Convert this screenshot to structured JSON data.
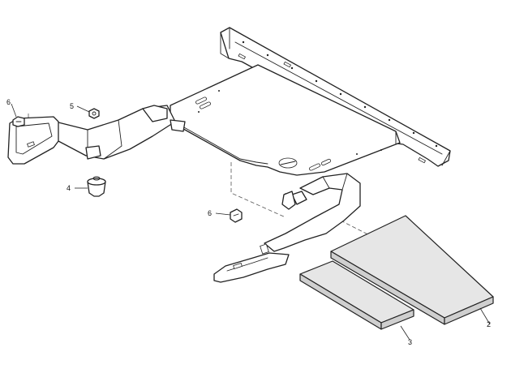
{
  "callouts": [
    {
      "id": "callout-2",
      "text": "2"
    },
    {
      "id": "callout-3",
      "text": "3"
    },
    {
      "id": "callout-4",
      "text": "4"
    },
    {
      "id": "callout-5",
      "text": "5"
    },
    {
      "id": "callout-6-upper-left",
      "text": "6"
    },
    {
      "id": "callout-6-center",
      "text": "6"
    }
  ]
}
